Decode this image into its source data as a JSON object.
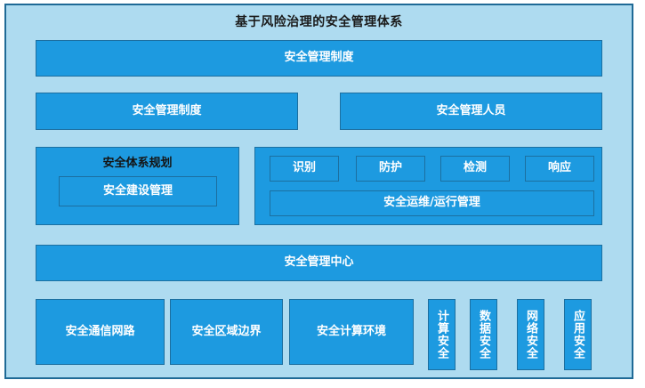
{
  "diagram": {
    "title": "基于风险治理的安全管理体系",
    "colors": {
      "frame_border": "#1f6a96",
      "frame_background": "#aedbf0",
      "block_fill": "#1d9ae0",
      "block_border": "#1c6fa0",
      "block_text": "#ffffff",
      "heading_text": "#141414"
    },
    "top_bar": {
      "label": "安全管理制度"
    },
    "management_row": [
      {
        "label": "安全管理制度"
      },
      {
        "label": "安全管理人员"
      }
    ],
    "planning_panel": {
      "heading": "安全体系规划",
      "sub_blocks": [
        {
          "label": "安全建设管理"
        }
      ]
    },
    "operations_panel": {
      "phases": [
        {
          "label": "识别"
        },
        {
          "label": "防护"
        },
        {
          "label": "检测"
        },
        {
          "label": "响应"
        }
      ],
      "wide_block": {
        "label": "安全运维/运行管理"
      }
    },
    "center_bar": {
      "label": "安全管理中心"
    },
    "environment_row": [
      {
        "label": "安全通信网路"
      },
      {
        "label": "安全区域边界"
      },
      {
        "label": "安全计算环境"
      }
    ],
    "vertical_columns": [
      {
        "label": "计算安全"
      },
      {
        "label": "数据安全"
      },
      {
        "label": "网络安全"
      },
      {
        "label": "应用安全"
      }
    ]
  }
}
